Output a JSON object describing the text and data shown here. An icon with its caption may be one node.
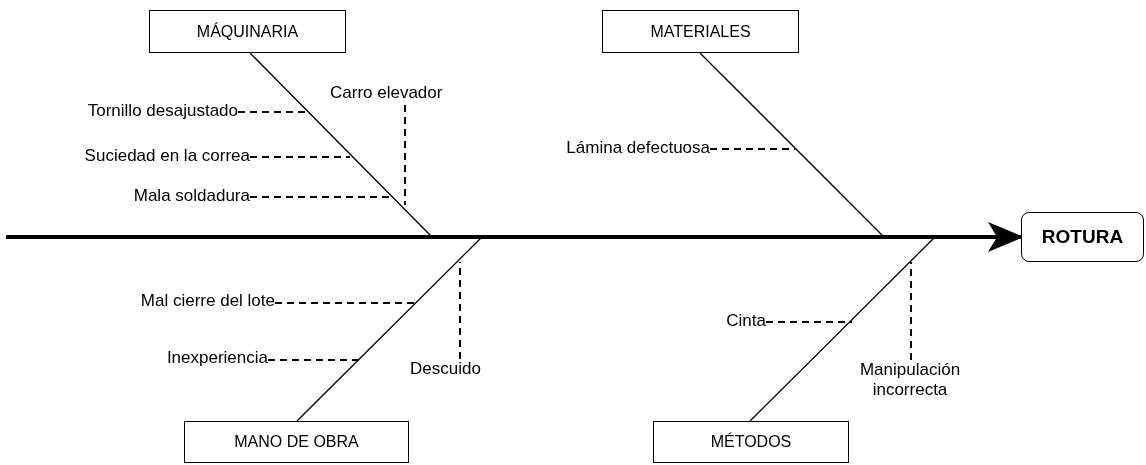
{
  "diagram": {
    "nodes": [
      {
        "text": [
          "MÁQUINARIA"
        ]
      },
      {
        "text": [
          "MATERIALES"
        ]
      },
      {
        "text": [
          "ROTURA"
        ]
      },
      {
        "text": [
          "MANO DE OBRA"
        ]
      },
      {
        "text": [
          "MÉTODOS"
        ]
      },
      {
        "text": [
          "Tornillo desajustado"
        ]
      },
      {
        "text": [
          "Suciedad en la correa"
        ]
      },
      {
        "text": [
          "Mala soldadura"
        ]
      },
      {
        "text": [
          "Carro elevador"
        ]
      },
      {
        "text": [
          "Lámina defectuosa"
        ]
      },
      {
        "text": [
          "Mal cierre del lote"
        ]
      },
      {
        "text": [
          "Inexperiencia"
        ]
      },
      {
        "text": [
          "Descuido"
        ]
      },
      {
        "text": [
          "Cinta"
        ]
      },
      {
        "text": [
          "Manipulación incorrecta"
        ]
      }
    ],
    "edges": [
      {
        "from": null,
        "to": 2,
        "arrow": "to",
        "style": "thick"
      },
      {
        "from": 0,
        "to": null,
        "arrow": "none"
      },
      {
        "from": 1,
        "to": null,
        "arrow": "none"
      },
      {
        "from": 3,
        "to": null,
        "arrow": "none"
      },
      {
        "from": 4,
        "to": null,
        "arrow": "none"
      },
      {
        "from": 5,
        "to": null,
        "arrow": "none",
        "style": "dashed"
      },
      {
        "from": 6,
        "to": null,
        "arrow": "none",
        "style": "dashed"
      },
      {
        "from": 7,
        "to": null,
        "arrow": "none",
        "style": "dashed"
      },
      {
        "from": 8,
        "to": null,
        "arrow": "none",
        "style": "dashed"
      },
      {
        "from": 9,
        "to": null,
        "arrow": "none",
        "style": "dashed"
      },
      {
        "from": 10,
        "to": null,
        "arrow": "none",
        "style": "dashed"
      },
      {
        "from": 11,
        "to": null,
        "arrow": "none",
        "style": "dashed"
      },
      {
        "from": 12,
        "to": null,
        "arrow": "none",
        "style": "dashed"
      },
      {
        "from": 13,
        "to": null,
        "arrow": "none",
        "style": "dashed"
      },
      {
        "from": 14,
        "to": null,
        "arrow": "none",
        "style": "dashed"
      }
    ]
  }
}
